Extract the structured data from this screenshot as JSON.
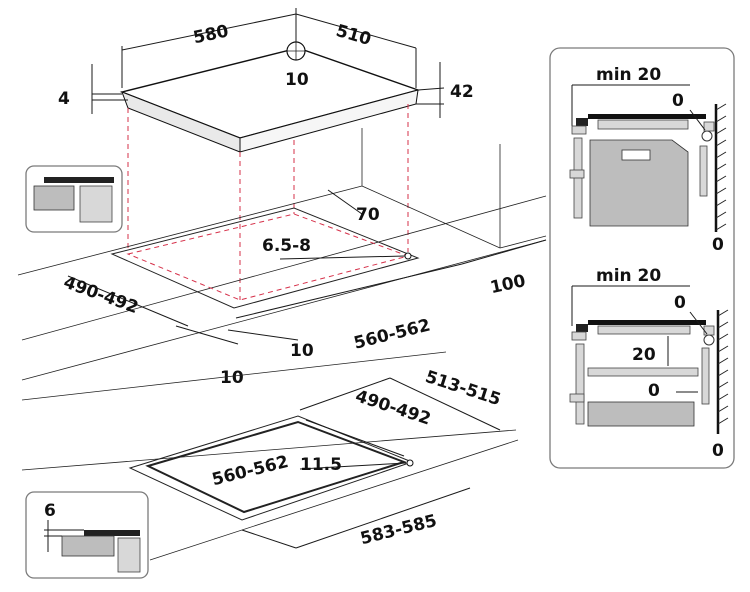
{
  "hob_top": {
    "width": "580",
    "depth": "510",
    "center": "10",
    "glass_thickness": "4",
    "body_height": "42"
  },
  "cutout_flush": {
    "front_gap": "70",
    "radius": "6.5-8",
    "depth": "490-492",
    "width": "560-562",
    "rear_gap": "100",
    "side_left": "10",
    "side_right": "10"
  },
  "cutout_recessed": {
    "outer_depth": "513-515",
    "inner_depth": "490-492",
    "inner_width": "560-562",
    "radius": "11.5",
    "outer_width": "583-585",
    "rebate_depth": "6"
  },
  "oven_install": {
    "label_min": "min 20",
    "gap_top": "0",
    "gap_wall": "0"
  },
  "drawer_install": {
    "label_min": "min 20",
    "gap_top": "0",
    "gap_shelf": "20",
    "gap_side": "0",
    "gap_wall": "0"
  },
  "colors": {
    "guide": "#d6314a",
    "panel_border": "#7b7b7b",
    "part_fill": "#bdbdbd"
  }
}
